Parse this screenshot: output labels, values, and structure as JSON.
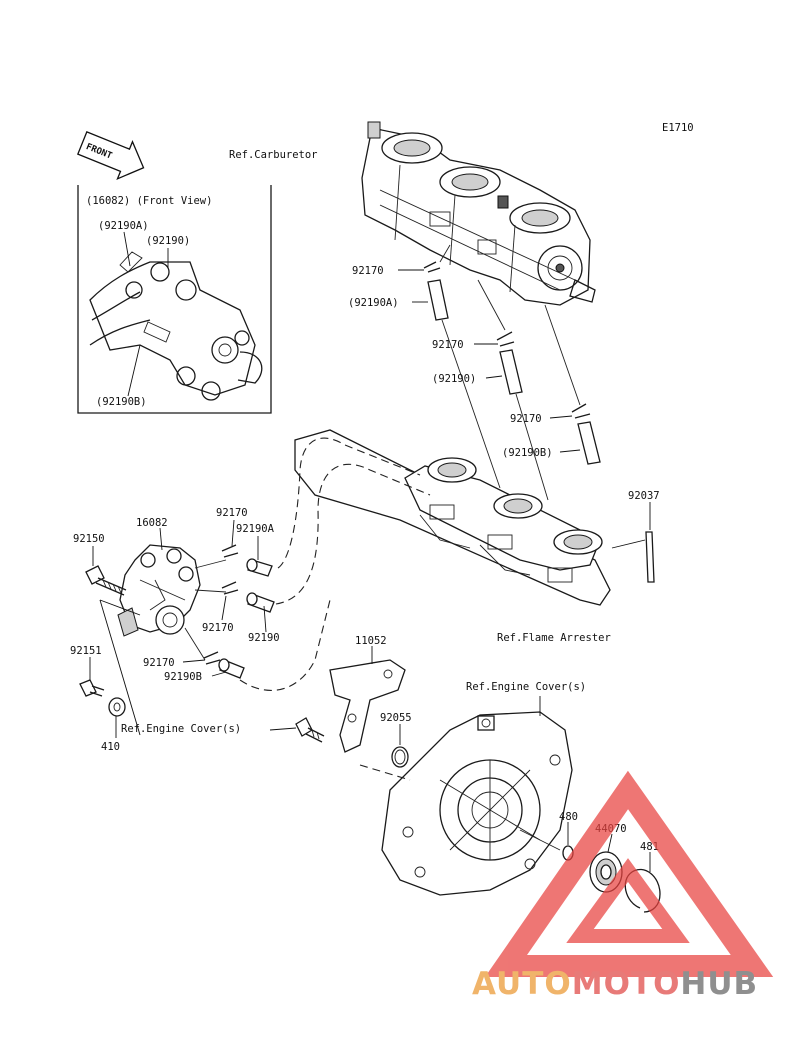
{
  "diagram_id": "E1710",
  "front_arrow": "FRONT",
  "inset": {
    "title": "(16082)  (Front View)",
    "labels": [
      "(92190A)",
      "(92190)",
      "(92190B)"
    ]
  },
  "references": {
    "carburetor": "Ref.Carburetor",
    "flame_arrester": "Ref.Flame Arrester",
    "engine_cover_right": "Ref.Engine Cover(s)",
    "engine_cover_left": "Ref.Engine Cover(s)"
  },
  "parts": {
    "p92170_carb": "92170",
    "p92190A_carb": "(92190A)",
    "p92170_mid": "92170",
    "p92190_carb": "(92190)",
    "p92170_low": "92170",
    "p92190B_carb": "(92190B)",
    "p92037": "92037",
    "p92170_pump_top": "92170",
    "p92190A_pump": "92190A",
    "p16082": "16082",
    "p92150": "92150",
    "p92170_pump_mid": "92170",
    "p92190_pump": "92190",
    "p92170_pump_low": "92170",
    "p92190B_pump": "92190B",
    "p92151": "92151",
    "p410": "410",
    "p11052": "11052",
    "p92055": "92055",
    "p480": "480",
    "p44070": "44070",
    "p481": "481"
  },
  "watermark": {
    "brand_auto": "AUTO",
    "brand_moto": "MOTO",
    "brand_hub": "HUB",
    "color_auto": "#f0b46a",
    "color_moto": "#e87a78",
    "color_hub": "#8f8f8f",
    "triangle_color": "#e8423f"
  }
}
